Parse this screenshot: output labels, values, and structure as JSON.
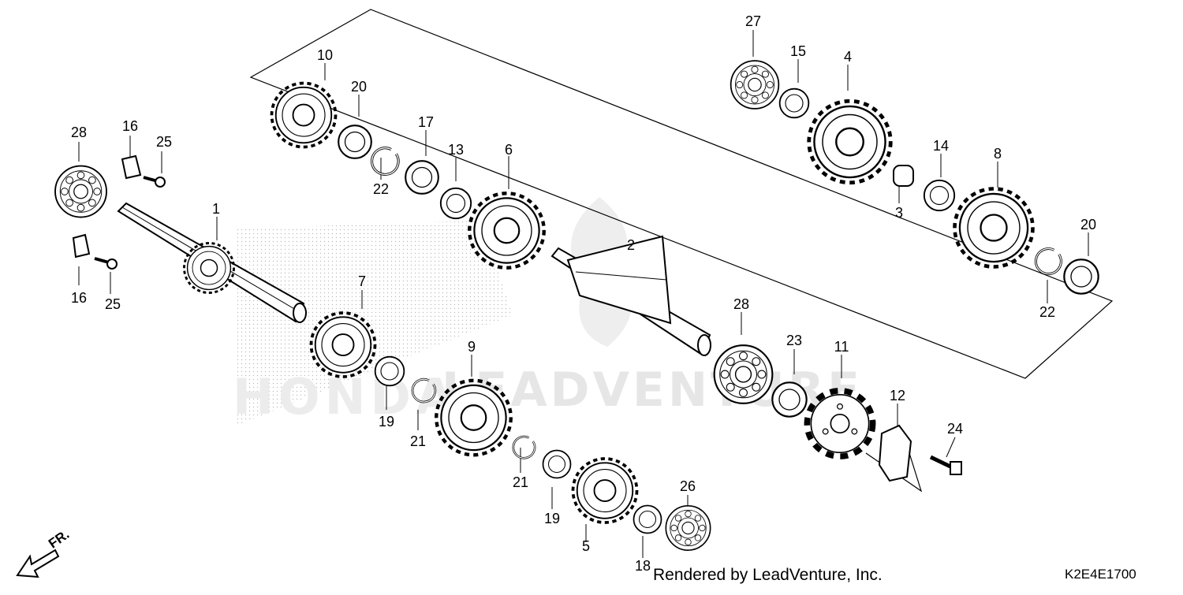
{
  "diagram": {
    "part_labels": [
      {
        "id": "p28a",
        "text": "28"
      },
      {
        "id": "p16a",
        "text": "16"
      },
      {
        "id": "p25a",
        "text": "25"
      },
      {
        "id": "p1",
        "text": "1"
      },
      {
        "id": "p16b",
        "text": "16"
      },
      {
        "id": "p25b",
        "text": "25"
      },
      {
        "id": "p10",
        "text": "10"
      },
      {
        "id": "p20a",
        "text": "20"
      },
      {
        "id": "p22a",
        "text": "22"
      },
      {
        "id": "p17",
        "text": "17"
      },
      {
        "id": "p13",
        "text": "13"
      },
      {
        "id": "p6",
        "text": "6"
      },
      {
        "id": "p7",
        "text": "7"
      },
      {
        "id": "p19a",
        "text": "19"
      },
      {
        "id": "p21a",
        "text": "21"
      },
      {
        "id": "p9",
        "text": "9"
      },
      {
        "id": "p21b",
        "text": "21"
      },
      {
        "id": "p19b",
        "text": "19"
      },
      {
        "id": "p5",
        "text": "5"
      },
      {
        "id": "p18",
        "text": "18"
      },
      {
        "id": "p26",
        "text": "26"
      },
      {
        "id": "p2",
        "text": "2"
      },
      {
        "id": "p28b",
        "text": "28"
      },
      {
        "id": "p23",
        "text": "23"
      },
      {
        "id": "p11",
        "text": "11"
      },
      {
        "id": "p12",
        "text": "12"
      },
      {
        "id": "p24",
        "text": "24"
      },
      {
        "id": "p27",
        "text": "27"
      },
      {
        "id": "p15",
        "text": "15"
      },
      {
        "id": "p4",
        "text": "4"
      },
      {
        "id": "p14",
        "text": "14"
      },
      {
        "id": "p3",
        "text": "3"
      },
      {
        "id": "p8",
        "text": "8"
      },
      {
        "id": "p20b",
        "text": "20"
      },
      {
        "id": "p22b",
        "text": "22"
      }
    ],
    "direction_marker": "FR.",
    "watermark": "LEADVENTURE",
    "rendered_by": "Rendered by LeadVenture, Inc.",
    "diagram_code": "K2E4E1700"
  }
}
